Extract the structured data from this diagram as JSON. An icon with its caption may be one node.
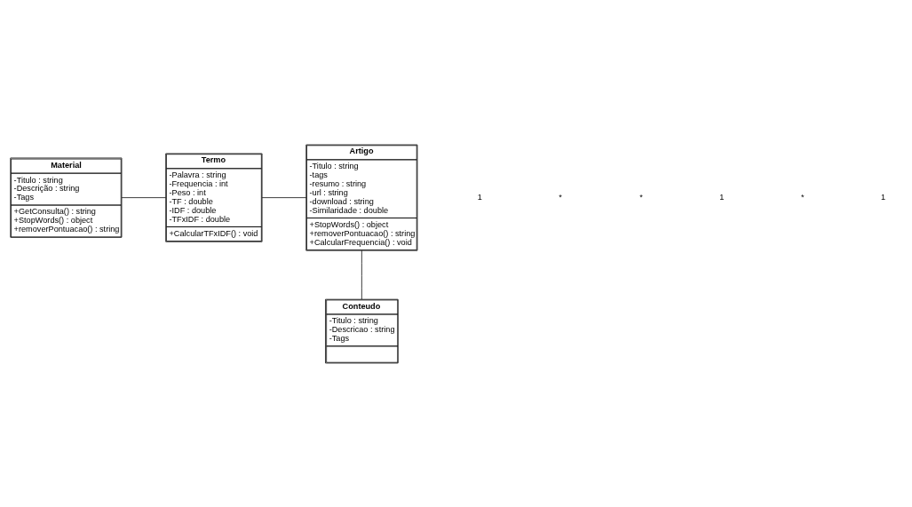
{
  "diagram": {
    "nodes": [
      {
        "text": [
          "Material",
          "-Titulo : string",
          "-Descrição : string",
          "-Tags",
          "+GetConsulta() : string",
          "+StopWords() : object",
          "+removerPontuacao() : string"
        ]
      },
      {
        "text": [
          "Termo",
          "-Palavra : string",
          "-Frequencia : int",
          "-Peso : int",
          "-TF : double",
          "-IDF : double",
          "-TFxIDF : double",
          "+CalcularTFxIDF() : void"
        ]
      },
      {
        "text": [
          "Artigo",
          "-Titulo : string",
          "-tags",
          "-resumo : string",
          "-url : string",
          "-download : string",
          "-Similaridade : double",
          "+StopWords() : object",
          "+removerPontuacao() : string",
          "+CalcularFrequencia() : void"
        ]
      },
      {
        "text": [
          "Conteudo",
          "-Titulo : string",
          "-Descricao : string",
          "-Tags"
        ]
      }
    ],
    "edges": [
      {
        "from": 0,
        "to": 1,
        "arrow": "none"
      },
      {
        "from": 1,
        "to": 2,
        "arrow": "none"
      },
      {
        "from": 2,
        "to": 3,
        "arrow": "none"
      }
    ],
    "labels": [
      "1",
      "*",
      "*",
      "1",
      "*",
      "1"
    ]
  }
}
